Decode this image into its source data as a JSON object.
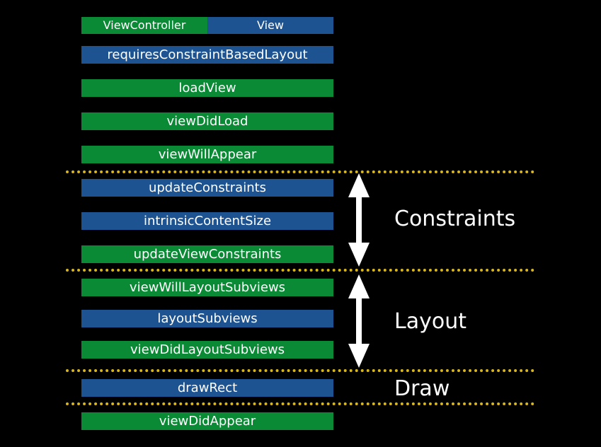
{
  "legend": {
    "viewcontroller": "ViewController",
    "view": "View"
  },
  "methods": [
    {
      "label": "requiresConstraintBasedLayout",
      "kind": "view"
    },
    {
      "label": "loadView",
      "kind": "viewcontroller"
    },
    {
      "label": "viewDidLoad",
      "kind": "viewcontroller"
    },
    {
      "label": "viewWillAppear",
      "kind": "viewcontroller"
    },
    {
      "label": "updateConstraints",
      "kind": "view"
    },
    {
      "label": "intrinsicContentSize",
      "kind": "view"
    },
    {
      "label": "updateViewConstraints",
      "kind": "viewcontroller"
    },
    {
      "label": "viewWillLayoutSubviews",
      "kind": "viewcontroller"
    },
    {
      "label": "layoutSubviews",
      "kind": "view"
    },
    {
      "label": "viewDidLayoutSubviews",
      "kind": "viewcontroller"
    },
    {
      "label": "drawRect",
      "kind": "view"
    },
    {
      "label": "viewDidAppear",
      "kind": "viewcontroller"
    }
  ],
  "phases": {
    "constraints": "Constraints",
    "layout": "Layout",
    "draw": "Draw"
  },
  "colors": {
    "viewcontroller": "#0a8a34",
    "view": "#1d5390",
    "divider": "#d8b61c",
    "background": "#000000"
  }
}
